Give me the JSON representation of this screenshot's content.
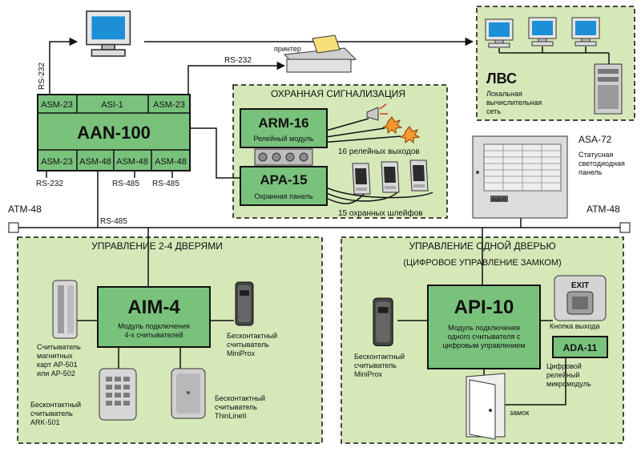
{
  "aan": {
    "title": "AAN-100",
    "top_cells": [
      "ASM-23",
      "ASI-1",
      "ASM-23"
    ],
    "bottom_cells": [
      "ASM-23",
      "ASM-48",
      "ASM-48",
      "ASM-48"
    ],
    "rs232_up": "RS-232",
    "rs232_printer": "RS-232",
    "rs232_bottom": "RS-232",
    "rs485_a": "RS-485",
    "rs485_b": "RS-485",
    "rs485_bus": "RS-485"
  },
  "printer_label": "принтер",
  "lan": {
    "title": "ЛВС",
    "desc": [
      "Локальная",
      "вычислительная",
      "сеть"
    ]
  },
  "security": {
    "title": "ОХРАННАЯ СИГНАЛИЗАЦИЯ",
    "arm_title": "ARM-16",
    "arm_sub": "Релейный модуль",
    "apa_title": "APA-15",
    "apa_sub": "Охранная панель",
    "relay_outputs": "16 релейных выходов",
    "loops": "15 охранных шлейфов"
  },
  "asa": {
    "title": "ASA-72",
    "desc": [
      "Статусная",
      "светодиодная",
      "панель"
    ],
    "panel_badge": "ASA-72"
  },
  "bus": {
    "left_label": "ATM-48",
    "right_label": "ATM-48"
  },
  "left_zone": {
    "title": "УПРАВЛЕНИЕ 2-4 ДВЕРЯМИ",
    "aim_title": "AIM-4",
    "aim_desc": [
      "Модуль подключения",
      "4-х считывателей"
    ],
    "mag_reader": [
      "Считыватель",
      "магнитных",
      "карт AP-501",
      "или AP-502"
    ],
    "miniprox": [
      "Бесконтактный",
      "считыватель",
      "MiniProx"
    ],
    "ark": [
      "Бесконтактный",
      "считыватель",
      "ARK-501"
    ],
    "thinline": [
      "Бесконтактный",
      "считыватель",
      "ThinLineII"
    ]
  },
  "right_zone": {
    "title": "УПРАВЛЕНИЕ ОДНОЙ ДВЕРЬЮ",
    "subtitle": "(ЦИФРОВОЕ УПРАВЛЕНИЕ ЗАМКОМ)",
    "api_title": "API-10",
    "api_desc": [
      "Модуль подключения",
      "одного считывателя с",
      "цифровым управлением"
    ],
    "exit_label": "EXIT",
    "exit_caption": "Кнопка выхода",
    "ada_title": "ADA-11",
    "ada_desc": [
      "Цифровой",
      "релейный",
      "микромодуль"
    ],
    "miniprox": [
      "Бесконтактный",
      "считыватель",
      "MiniProx"
    ],
    "lock": "замок"
  },
  "icons": {
    "computer": "desktop-computer-icon",
    "printer": "printer-icon",
    "server": "server-tower-icon",
    "siren": "siren-icon",
    "motion_sensor": "motion-sensor-icon",
    "card_reader": "card-reader-icon",
    "keypad": "keypad-icon",
    "door": "door-icon",
    "exit_button": "exit-button-icon"
  },
  "colors": {
    "module": "#79c27c",
    "zone": "#d6e8b8",
    "background": "#ffffff"
  }
}
